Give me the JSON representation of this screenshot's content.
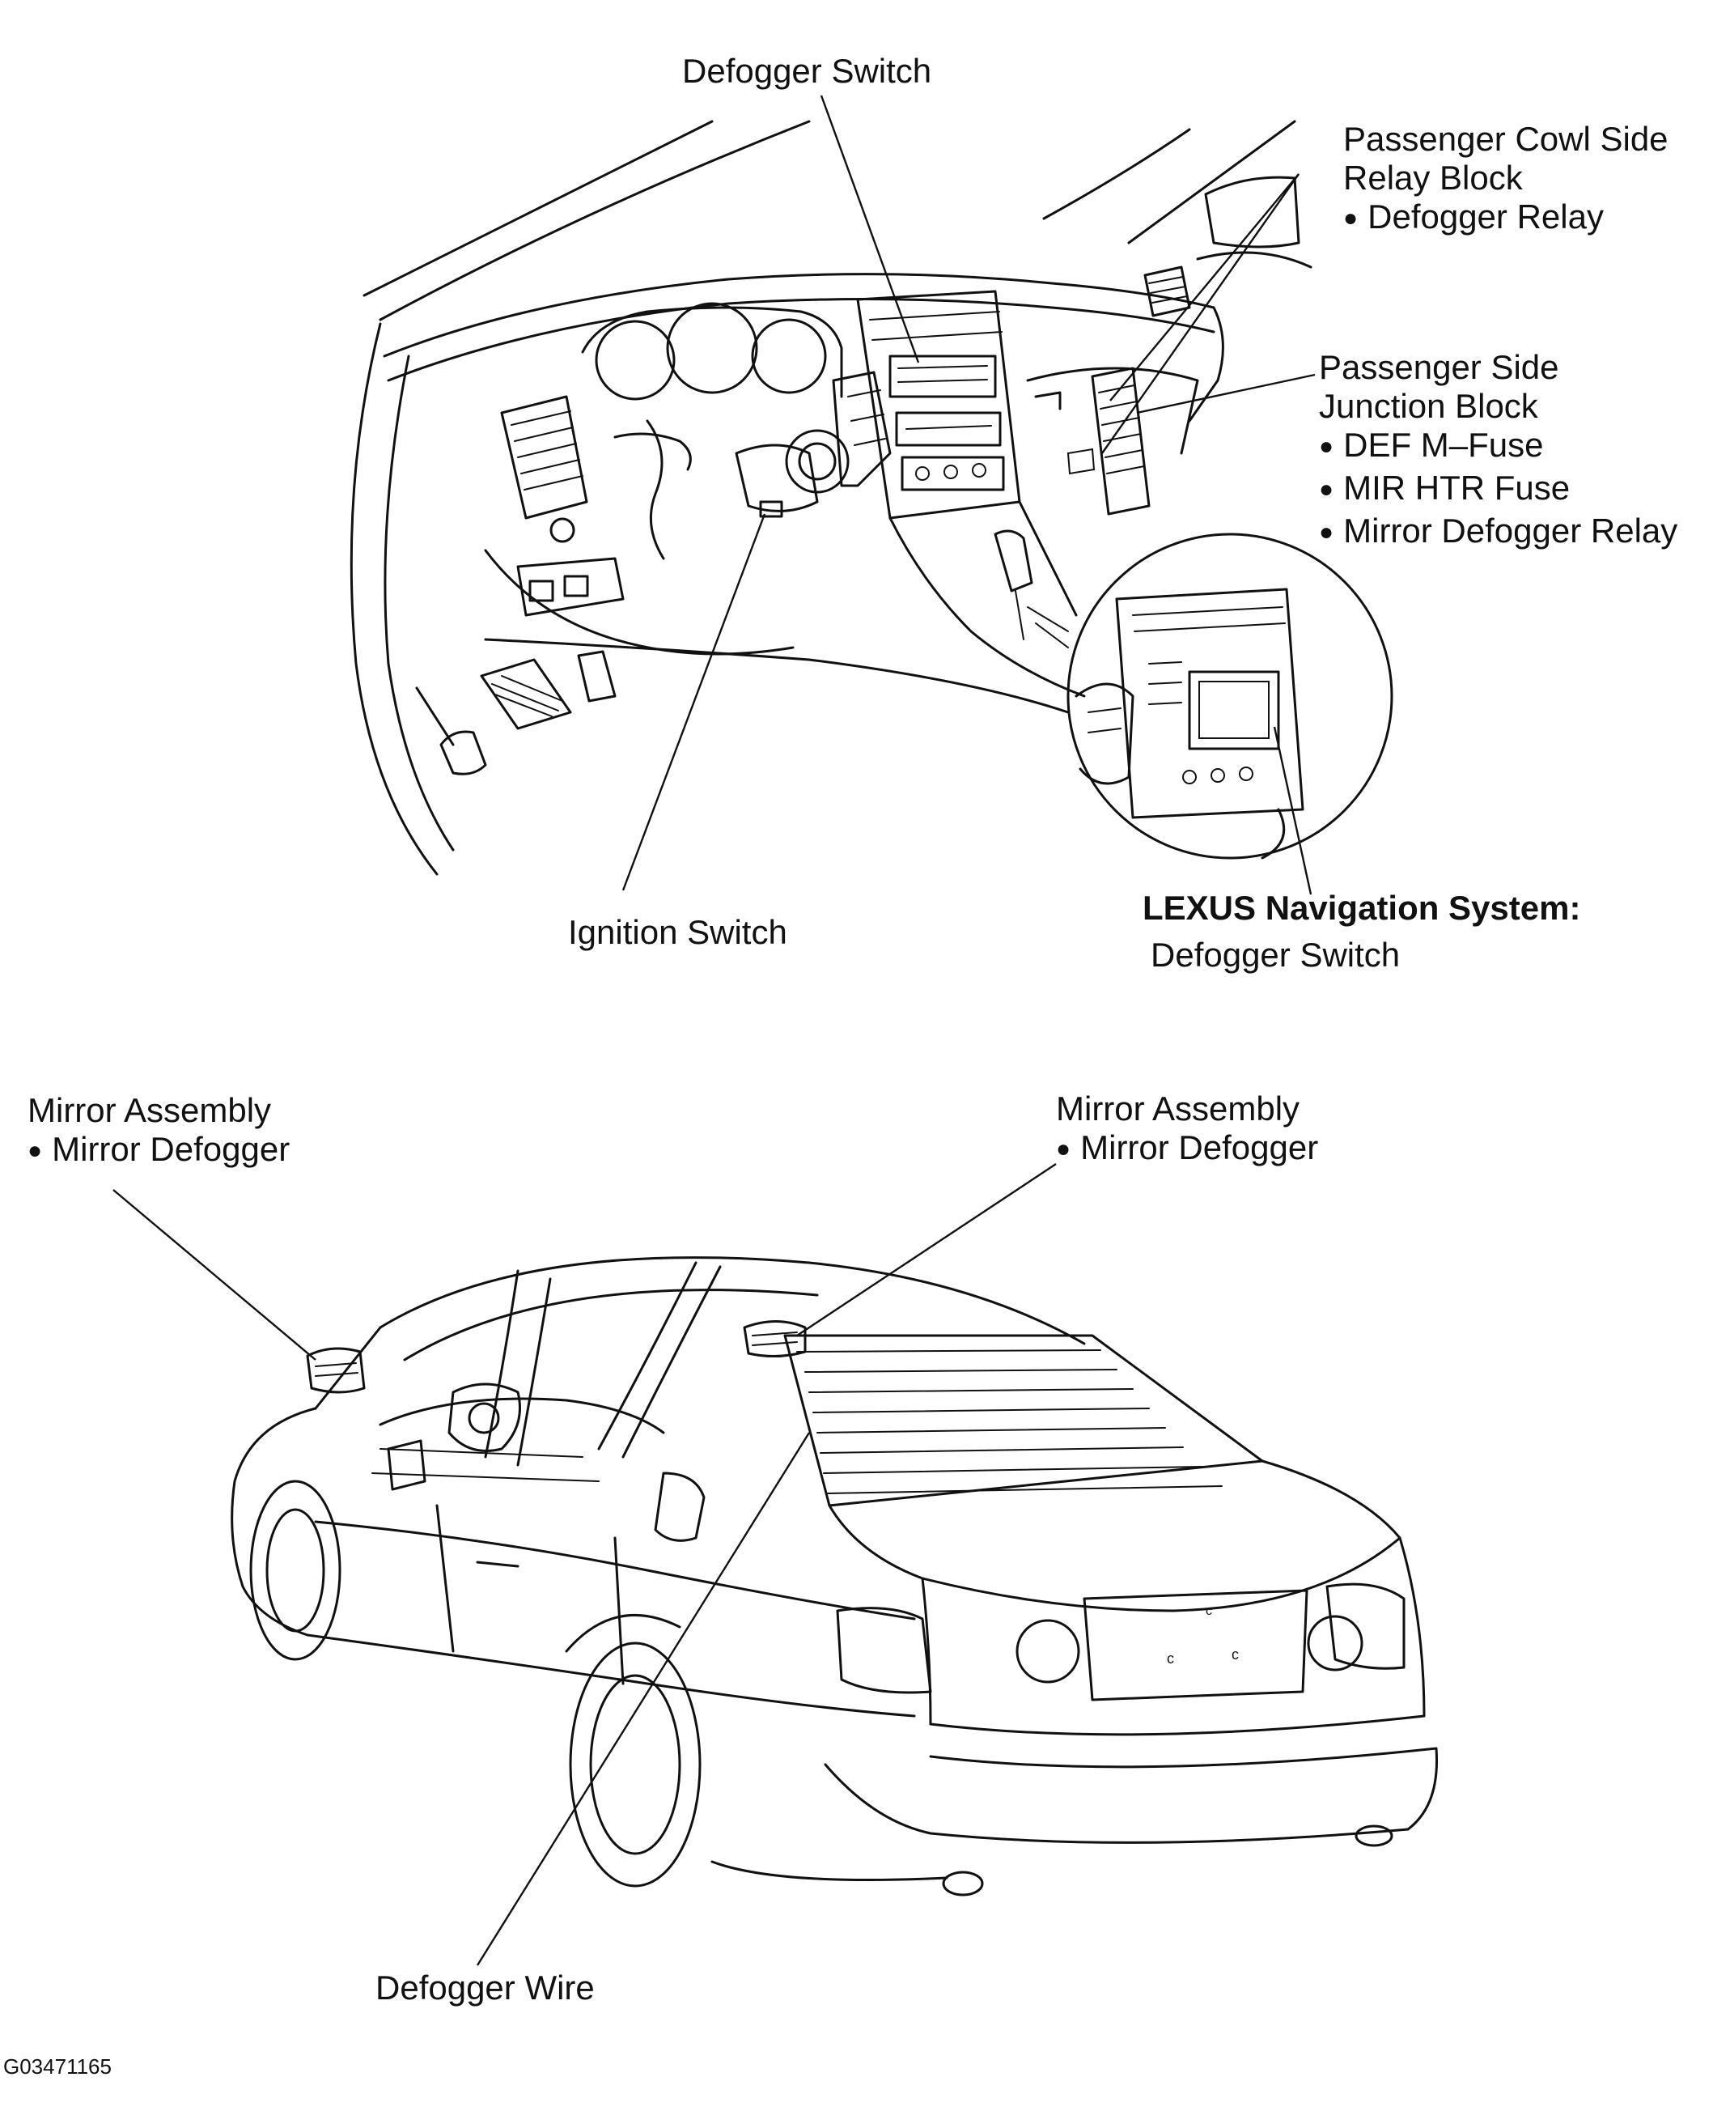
{
  "callouts": {
    "defogger_switch": {
      "title": "Defogger Switch"
    },
    "cowl_relay_block": {
      "title_lines": [
        "Passenger Cowl Side",
        "Relay Block"
      ],
      "items": [
        "Defogger Relay"
      ]
    },
    "junction_block": {
      "title_lines": [
        "Passenger Side",
        "Junction Block"
      ],
      "items": [
        "DEF M–Fuse",
        "MIR HTR Fuse",
        "Mirror Defogger Relay"
      ]
    },
    "ignition_switch": {
      "title": "Ignition Switch"
    },
    "navigation_system": {
      "title": "LEXUS Navigation System:",
      "subtitle": "Defogger Switch"
    },
    "mirror_left": {
      "title": "Mirror Assembly",
      "items": [
        "Mirror Defogger"
      ]
    },
    "mirror_right": {
      "title": "Mirror Assembly",
      "items": [
        "Mirror Defogger"
      ]
    },
    "defogger_wire": {
      "title": "Defogger Wire"
    }
  },
  "figure_code": "G03471165"
}
